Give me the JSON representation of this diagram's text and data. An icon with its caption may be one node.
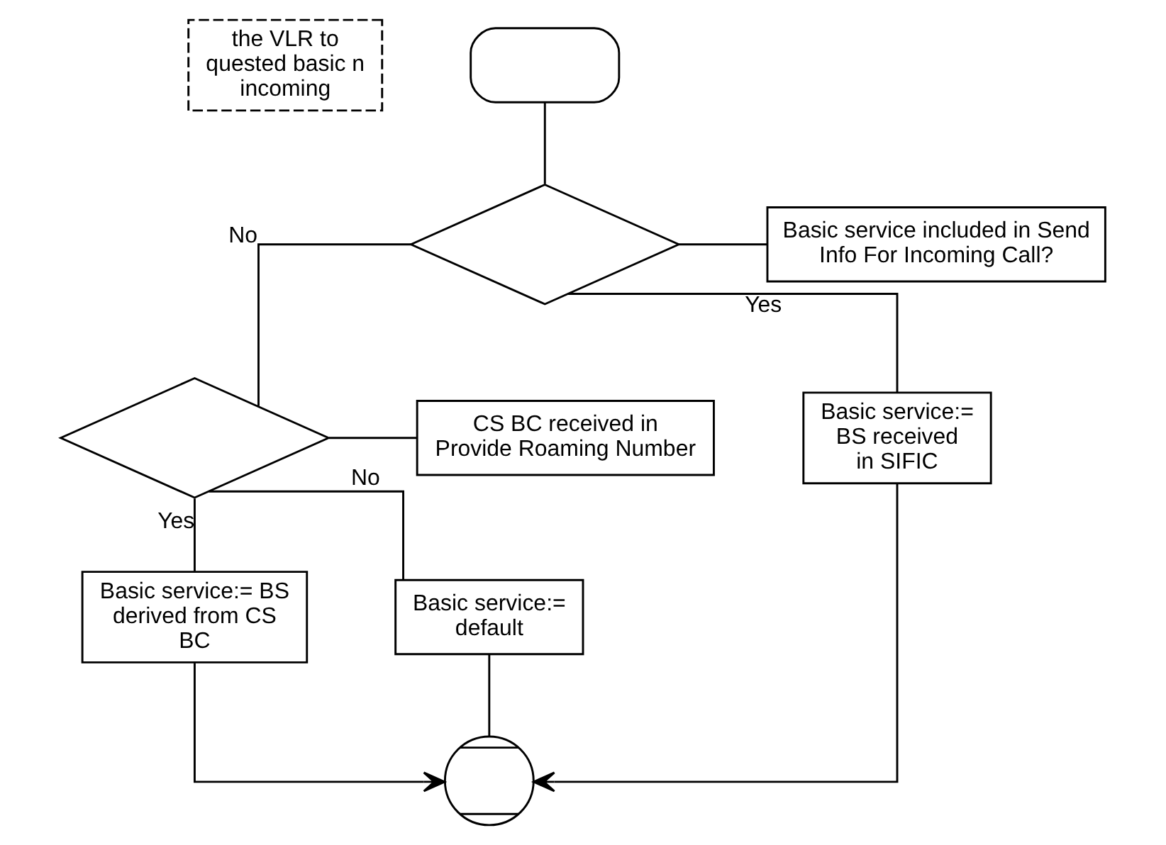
{
  "diagram": {
    "nodes": [
      {
        "text": [
          "the VLR to quested basic n incoming"
        ]
      },
      {
        "text": [],
        "shape": "capsule"
      },
      {
        "text": [],
        "shape": "diamond"
      },
      {
        "text": [
          "Basic service included in Send Info For Incoming Call?"
        ]
      },
      {
        "text": [],
        "shape": "diamond"
      },
      {
        "text": [
          "CS BC received in Provide Roaming Number"
        ]
      },
      {
        "text": [
          "Basic service:= BS received in SIFIC"
        ]
      },
      {
        "text": [
          "Basic service:= BS derived from CS BC"
        ]
      },
      {
        "text": [
          "Basic service:= default"
        ]
      },
      {
        "text": [],
        "shape": "circle"
      }
    ],
    "edges": [
      {
        "from": 1,
        "to": 2,
        "arrow": "none"
      },
      {
        "from": 2,
        "to": 3,
        "arrow": "none"
      },
      {
        "from": 2,
        "to": 6,
        "label": "Yes",
        "arrow": "none"
      },
      {
        "from": 2,
        "to": 4,
        "label": "No",
        "arrow": "none"
      },
      {
        "from": 4,
        "to": 5,
        "arrow": "none"
      },
      {
        "from": 4,
        "to": 7,
        "label": "Yes",
        "arrow": "none"
      },
      {
        "from": 4,
        "to": 8,
        "label": "No",
        "arrow": "none"
      },
      {
        "from": 6,
        "to": 9,
        "arrow": "to"
      },
      {
        "from": 7,
        "to": 9,
        "arrow": "to"
      },
      {
        "from": 8,
        "to": 9,
        "arrow": "none"
      }
    ]
  }
}
